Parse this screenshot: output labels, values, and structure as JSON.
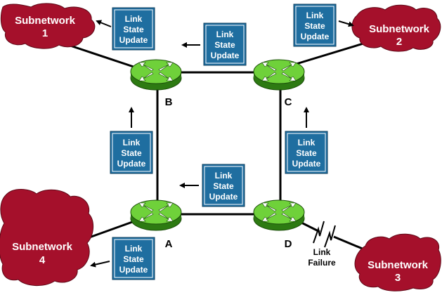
{
  "subnetworks": [
    {
      "id": "sub1",
      "line1": "Subnetwork",
      "line2": "1"
    },
    {
      "id": "sub2",
      "line1": "Subnetwork",
      "line2": "2"
    },
    {
      "id": "sub3",
      "line1": "Subnetwork",
      "line2": "3"
    },
    {
      "id": "sub4",
      "line1": "Subnetwork",
      "line2": "4"
    }
  ],
  "routers": {
    "a": "A",
    "b": "B",
    "c": "C",
    "d": "D"
  },
  "update_box": {
    "line1": "Link",
    "line2": "State",
    "line3": "Update"
  },
  "failure": {
    "line1": "Link",
    "line2": "Failure"
  },
  "colors": {
    "cloud": "#a5102b",
    "box": "#1f6ea0",
    "router": "#6fd13a",
    "router_dark": "#2d7a12"
  }
}
